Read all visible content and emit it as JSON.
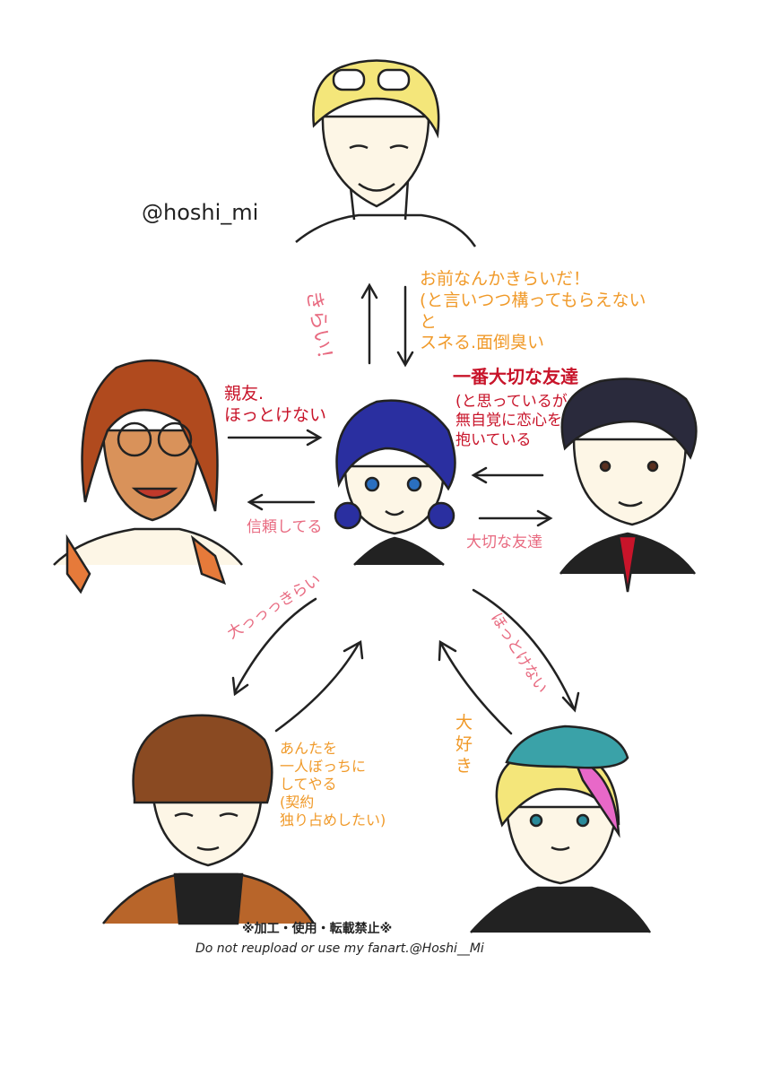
{
  "colors": {
    "pink": "#e86a80",
    "orange": "#f09a2a",
    "red": "#c8142a",
    "ink": "#222222",
    "center_hair": "#2a2fa0",
    "top_hair": "#f4e67a",
    "left_hair": "#b04a1e",
    "right_hair": "#2a2a3c",
    "bottom_left_hair": "#8a4a22",
    "bottom_right_hat": "#3aa2a8"
  },
  "watermark": {
    "handle": "@hoshi_mi"
  },
  "labels": {
    "top_up": "きらい！",
    "top_down": "お前なんかきらいだ！\n(と言いつつ構ってもらえないと\nスネる.面倒臭い",
    "left_to_center": "親友.\nほっとけない",
    "center_to_left": "信頼してる",
    "right_to_center_title": "一番大切な友達",
    "right_to_center_sub": "(と思っているが\n無自覚に恋心を\n抱いている",
    "center_to_right": "大切な友達",
    "center_to_bottom_left": "大っっっきらい",
    "bottom_left_to_center": "あんたを\n一人ぼっちに\nしてやる\n(契約\n独り占めしたい)",
    "center_to_bottom_right": "ほっとけない",
    "bottom_right_to_center": "大\n好\nき"
  },
  "footer": {
    "jp": "※加工・使用・転載禁止※",
    "en": "Do not reupload or use my fanart.@Hoshi__Mi"
  }
}
